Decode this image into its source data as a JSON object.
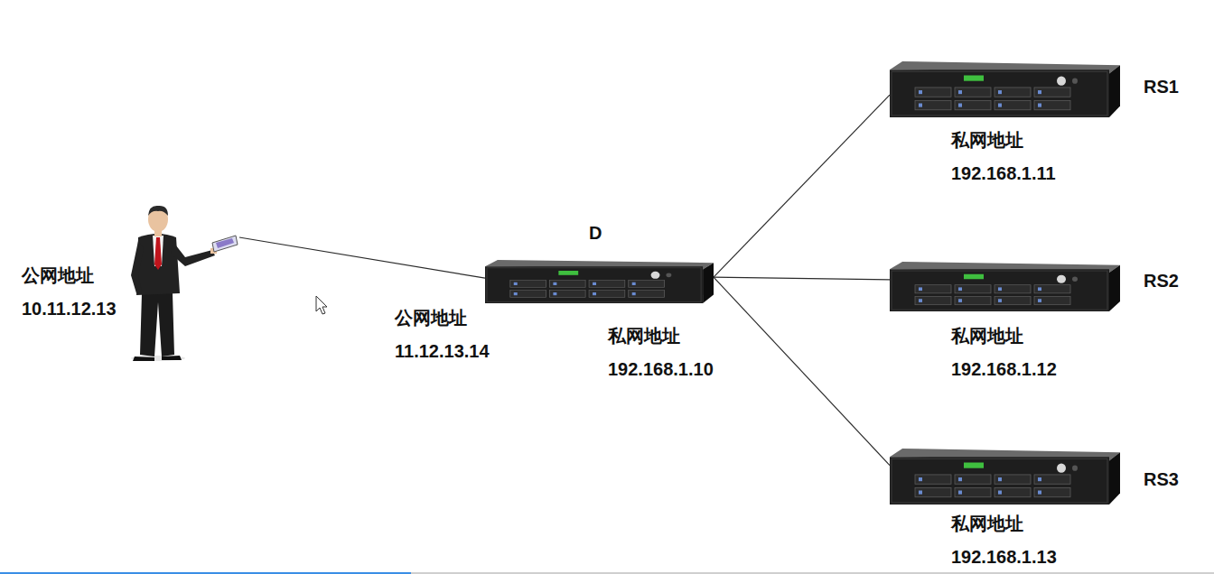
{
  "diagram": {
    "nodes": [
      {
        "text": [
          "公网地址 10.11.12.13"
        ]
      },
      {
        "text": [
          "D",
          "公网地址 11.12.13.14",
          "私网地址 192.168.1.10"
        ]
      },
      {
        "text": [
          "RS1",
          "私网地址 192.168.1.11"
        ]
      },
      {
        "text": [
          "RS2",
          "私网地址 192.168.1.12"
        ]
      },
      {
        "text": [
          "RS3",
          "私网地址 192.168.1.13"
        ]
      }
    ],
    "edges": [
      {
        "from": 0,
        "to": 1,
        "arrow": "none"
      },
      {
        "from": 1,
        "to": 2,
        "arrow": "none"
      },
      {
        "from": 1,
        "to": 3,
        "arrow": "none"
      },
      {
        "from": 1,
        "to": 4,
        "arrow": "none"
      }
    ]
  }
}
